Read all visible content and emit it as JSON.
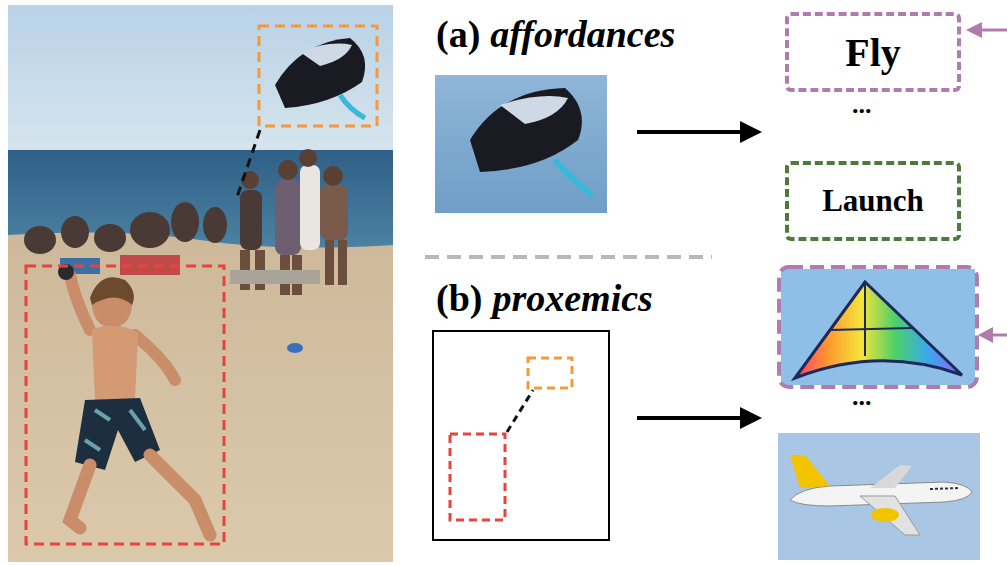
{
  "diagram": {
    "nodes": [
      {
        "text": [
          "Fly"
        ]
      },
      {
        "text": [
          "Launch"
        ]
      }
    ],
    "labels": [
      "(a)",
      "affordances",
      "...",
      "(b)",
      "proxemics",
      "..."
    ]
  }
}
